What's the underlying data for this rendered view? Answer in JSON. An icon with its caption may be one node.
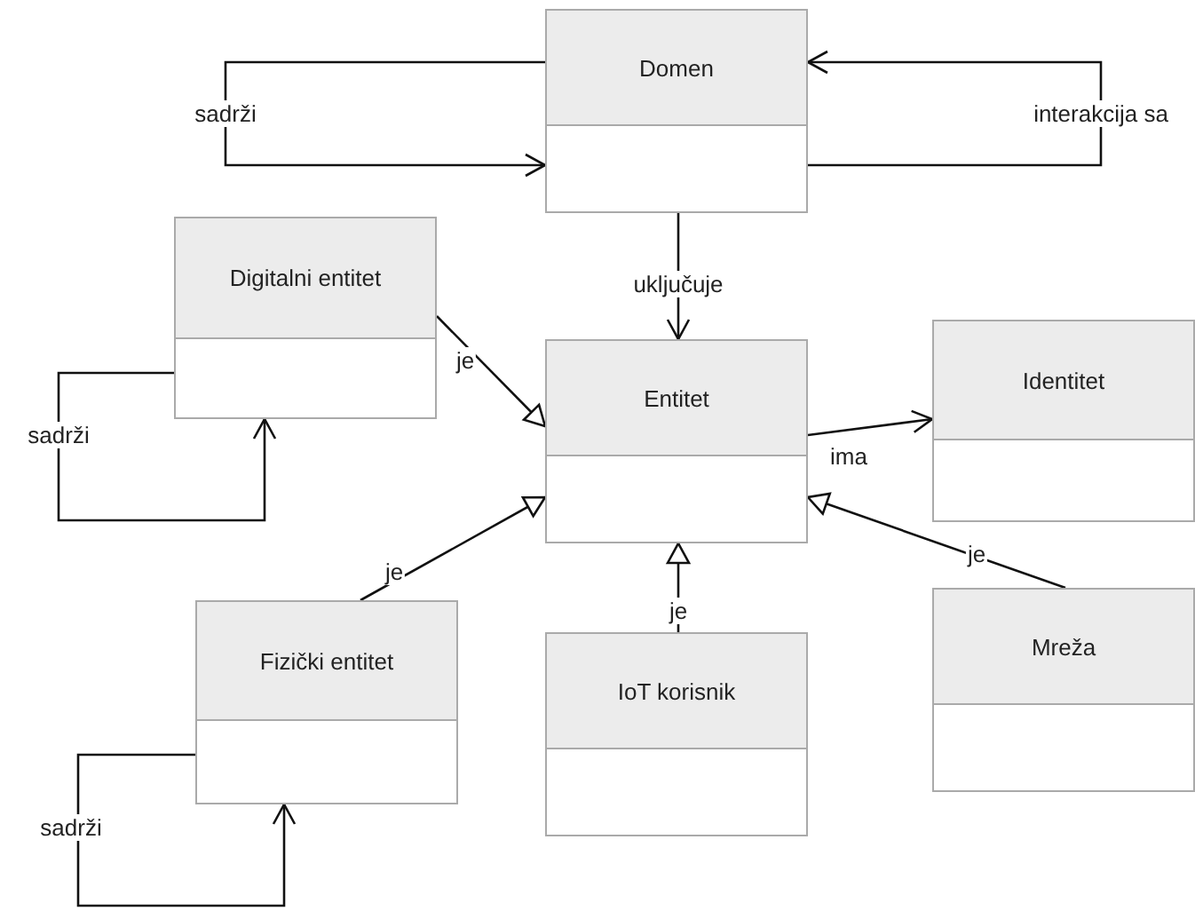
{
  "diagram": {
    "nodes": [
      {
        "text": [
          "Domen"
        ]
      },
      {
        "text": [
          "Digitalni entitet"
        ]
      },
      {
        "text": [
          "Entitet"
        ]
      },
      {
        "text": [
          "Identitet"
        ]
      },
      {
        "text": [
          "Fizički entitet"
        ]
      },
      {
        "text": [
          "IoT korisnik"
        ]
      },
      {
        "text": [
          "Mreža"
        ]
      }
    ],
    "edges": [
      {
        "from": 0,
        "to": 0,
        "arrow": "to",
        "label": "sadrži"
      },
      {
        "from": 0,
        "to": 0,
        "arrow": "to",
        "label": "interakcija sa"
      },
      {
        "from": 0,
        "to": 2,
        "arrow": "to",
        "label": "uključuje"
      },
      {
        "from": 1,
        "to": 2,
        "arrow": "to",
        "label": "je"
      },
      {
        "from": 1,
        "to": 1,
        "arrow": "to",
        "label": "sadrži"
      },
      {
        "from": 2,
        "to": 3,
        "arrow": "to",
        "label": "ima"
      },
      {
        "from": 4,
        "to": 2,
        "arrow": "to",
        "label": "je"
      },
      {
        "from": 4,
        "to": 4,
        "arrow": "to",
        "label": "sadrži"
      },
      {
        "from": 5,
        "to": 2,
        "arrow": "to",
        "label": "je"
      },
      {
        "from": 6,
        "to": 2,
        "arrow": "to",
        "label": "je"
      }
    ]
  }
}
